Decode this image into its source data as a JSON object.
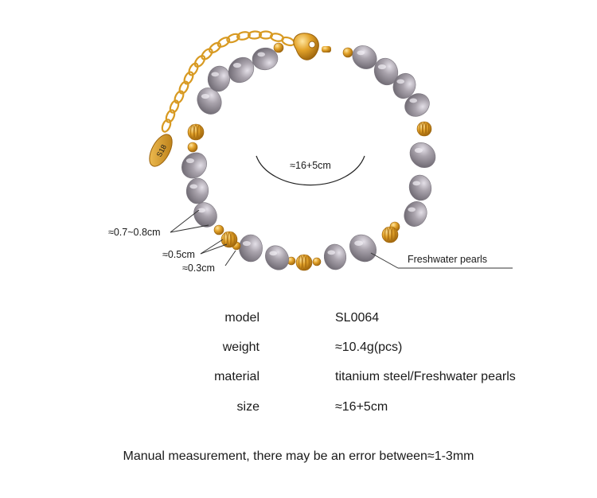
{
  "figure": {
    "annotations": {
      "inner_size": "≈16+5cm",
      "pearl_size": "≈0.7~0.8cm",
      "bead_large": "≈0.5cm",
      "bead_small": "≈0.3cm",
      "pearl_type": "Freshwater pearls",
      "tag_stamp": "S18"
    },
    "colors": {
      "gold": "#e0a125",
      "gold_dark": "#b87812",
      "pearl": "#a39ea6",
      "pearl_light": "#cfcad2",
      "line": "#333333"
    }
  },
  "specs": [
    {
      "label": "model",
      "value": "SL0064"
    },
    {
      "label": "weight",
      "value": "≈10.4g(pcs)"
    },
    {
      "label": "material",
      "value": "titanium steel/Freshwater pearls"
    },
    {
      "label": "size",
      "value": "≈16+5cm"
    }
  ],
  "disclaimer": "Manual measurement, there may be an error between≈1-3mm"
}
